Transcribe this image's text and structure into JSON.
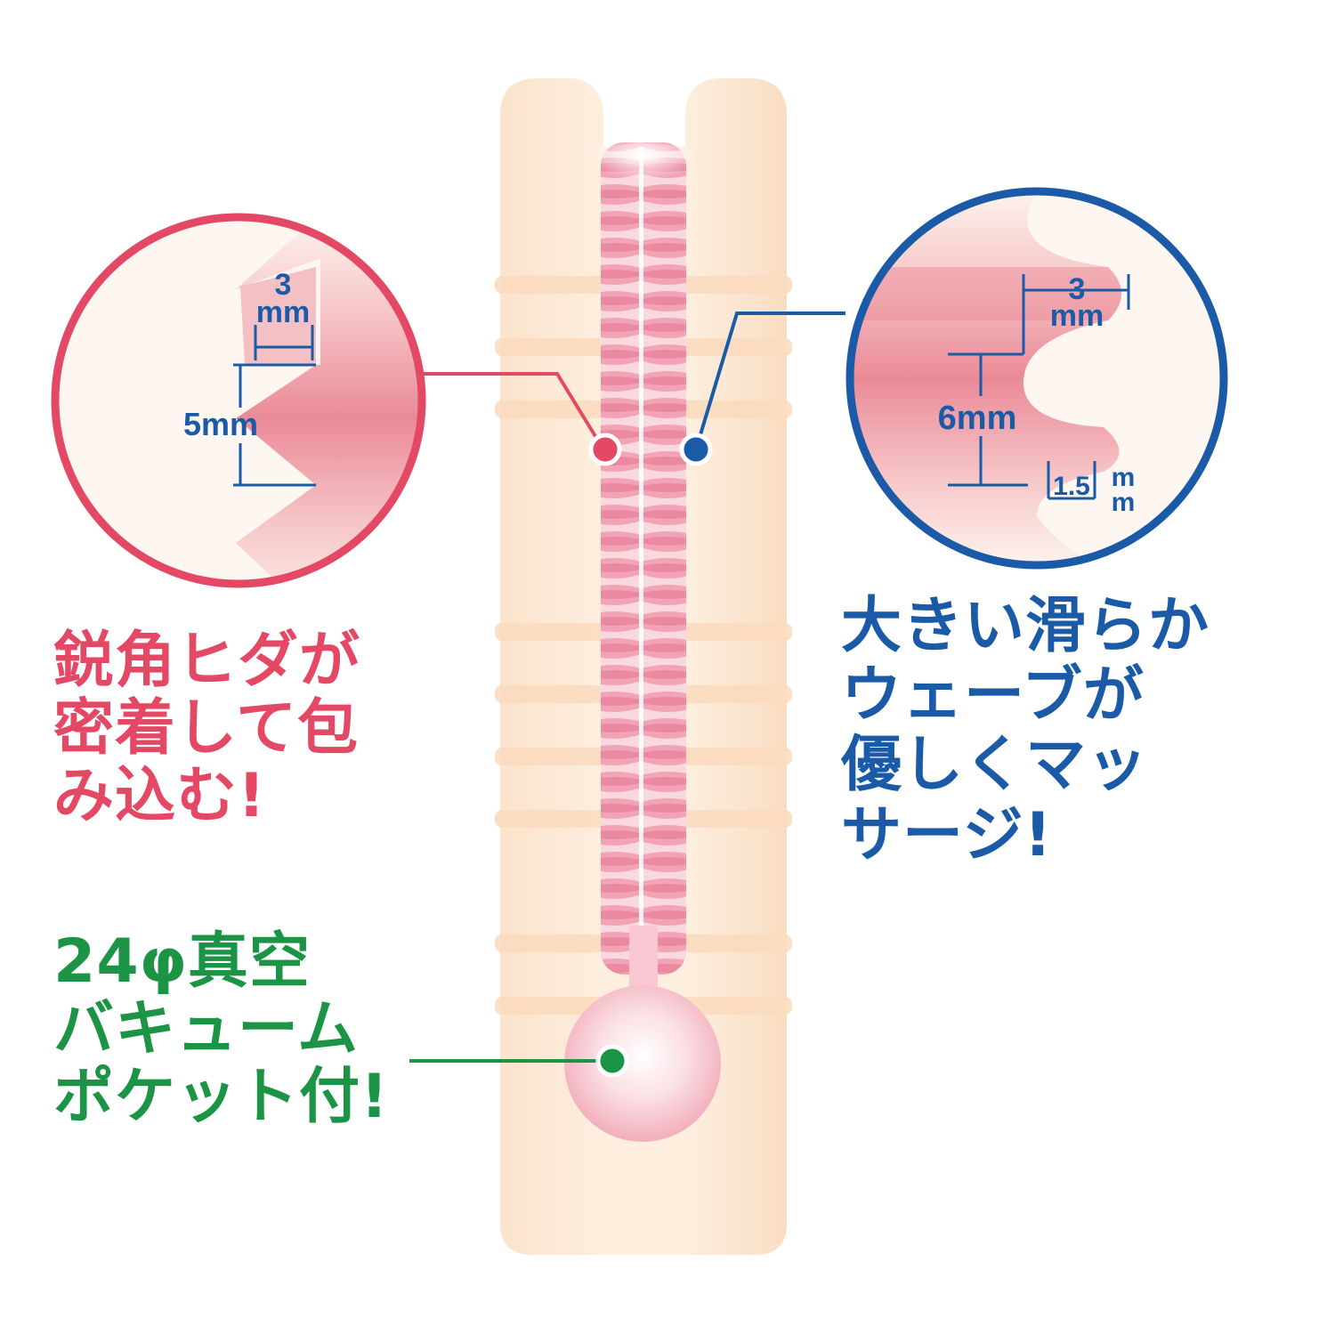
{
  "colors": {
    "pink": "#e34865",
    "blue": "#1a5aa6",
    "green": "#1c9445",
    "body": "#fbe4cd",
    "channel": "#f4a9b8"
  },
  "left_zoom": {
    "dim_top_number": "3",
    "dim_top_unit": "mm",
    "dim_pitch": "5mm",
    "caption": [
      "鋭角ヒダが",
      "密着して包",
      "み込む!"
    ]
  },
  "right_zoom": {
    "dim_top_number": "3",
    "dim_top_unit": "mm",
    "dim_pitch": "6mm",
    "dim_small_number": "1.5",
    "dim_small_unit_1": "m",
    "dim_small_unit_2": "m",
    "caption": [
      "大きい滑らか",
      "ウェーブが",
      "優しくマッ",
      "サージ!"
    ]
  },
  "pocket": {
    "caption": [
      "24φ真空",
      "バキューム",
      "ポケット付!"
    ]
  }
}
